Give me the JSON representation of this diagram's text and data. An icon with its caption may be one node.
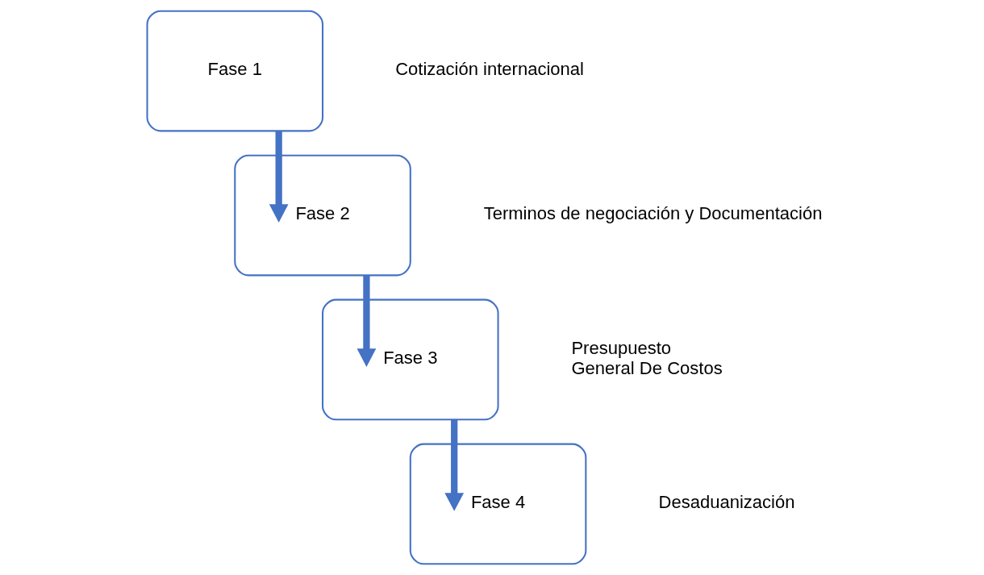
{
  "diagram": {
    "nodes": [
      {
        "text": [
          "Fase 1"
        ],
        "beside": [
          "Cotización internacional"
        ]
      },
      {
        "text": [
          "Fase 2"
        ],
        "beside": [
          "Terminos de negociación y Documentación"
        ]
      },
      {
        "text": [
          "Fase 3"
        ],
        "beside": [
          "Presupuesto",
          "General De Costos"
        ]
      },
      {
        "text": [
          "Fase 4"
        ],
        "beside": [
          "Desaduanización"
        ]
      }
    ],
    "edges": [
      {
        "from": 0,
        "to": 1,
        "arrow": "to"
      },
      {
        "from": 1,
        "to": 2,
        "arrow": "to"
      },
      {
        "from": 2,
        "to": 3,
        "arrow": "to"
      }
    ]
  }
}
